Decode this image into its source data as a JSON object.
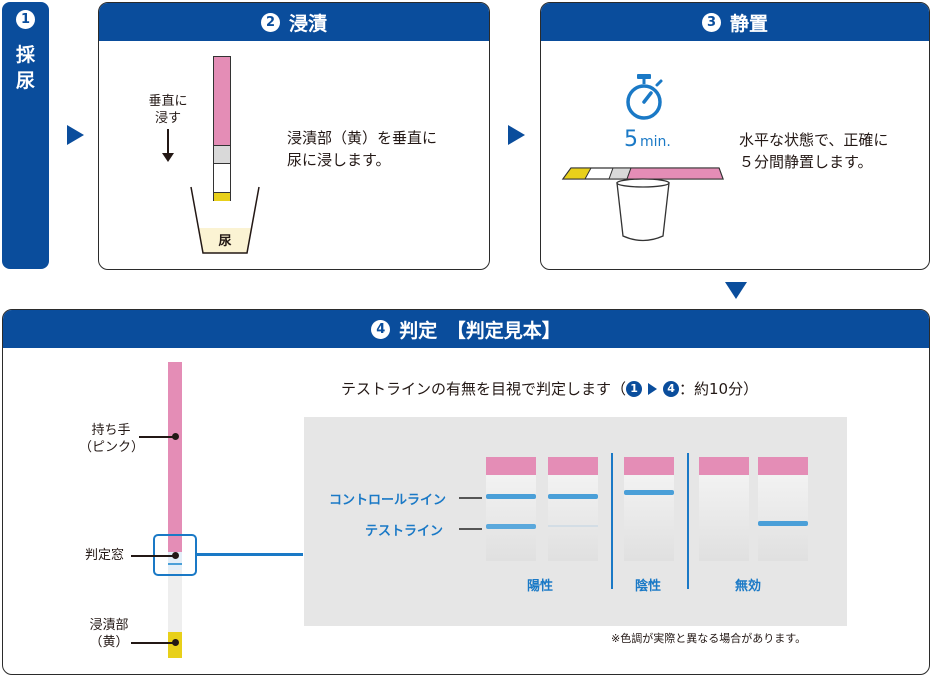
{
  "step1": {
    "num": "1",
    "label_line1": "採",
    "label_line2": "尿"
  },
  "step2": {
    "num": "2",
    "title": "浸漬",
    "arrow_label_line1": "垂直に",
    "arrow_label_line2": "浸す",
    "cup_label": "尿",
    "desc_line1": "浸漬部（黄）を垂直に",
    "desc_line2": "尿に浸します。"
  },
  "step3": {
    "num": "3",
    "title": "静置",
    "timer_value": "5",
    "timer_unit": "min.",
    "desc_line1": "水平な状態で、正確に",
    "desc_line2": "５分間静置します。"
  },
  "step4": {
    "num": "4",
    "title": "判定　【判定見本】",
    "instruction_pre": "テストラインの有無を目視で判定します（",
    "instruction_from": "1",
    "instruction_to": "4",
    "instruction_post": "：約10分）",
    "label_handle_line1": "持ち手",
    "label_handle_line2": "（ピンク）",
    "label_window": "判定窓",
    "label_dip_line1": "浸漬部",
    "label_dip_line2": "（黄）",
    "label_control": "コントロールライン",
    "label_test": "テストライン",
    "results": [
      "陽性",
      "陰性",
      "無効"
    ],
    "note": "※色調が実際と異なる場合があります。"
  },
  "colors": {
    "brand_blue": "#0a4d9c",
    "pink": "#e48db6",
    "yellow": "#e8d01a",
    "line_blue": "#4a9fd8"
  }
}
